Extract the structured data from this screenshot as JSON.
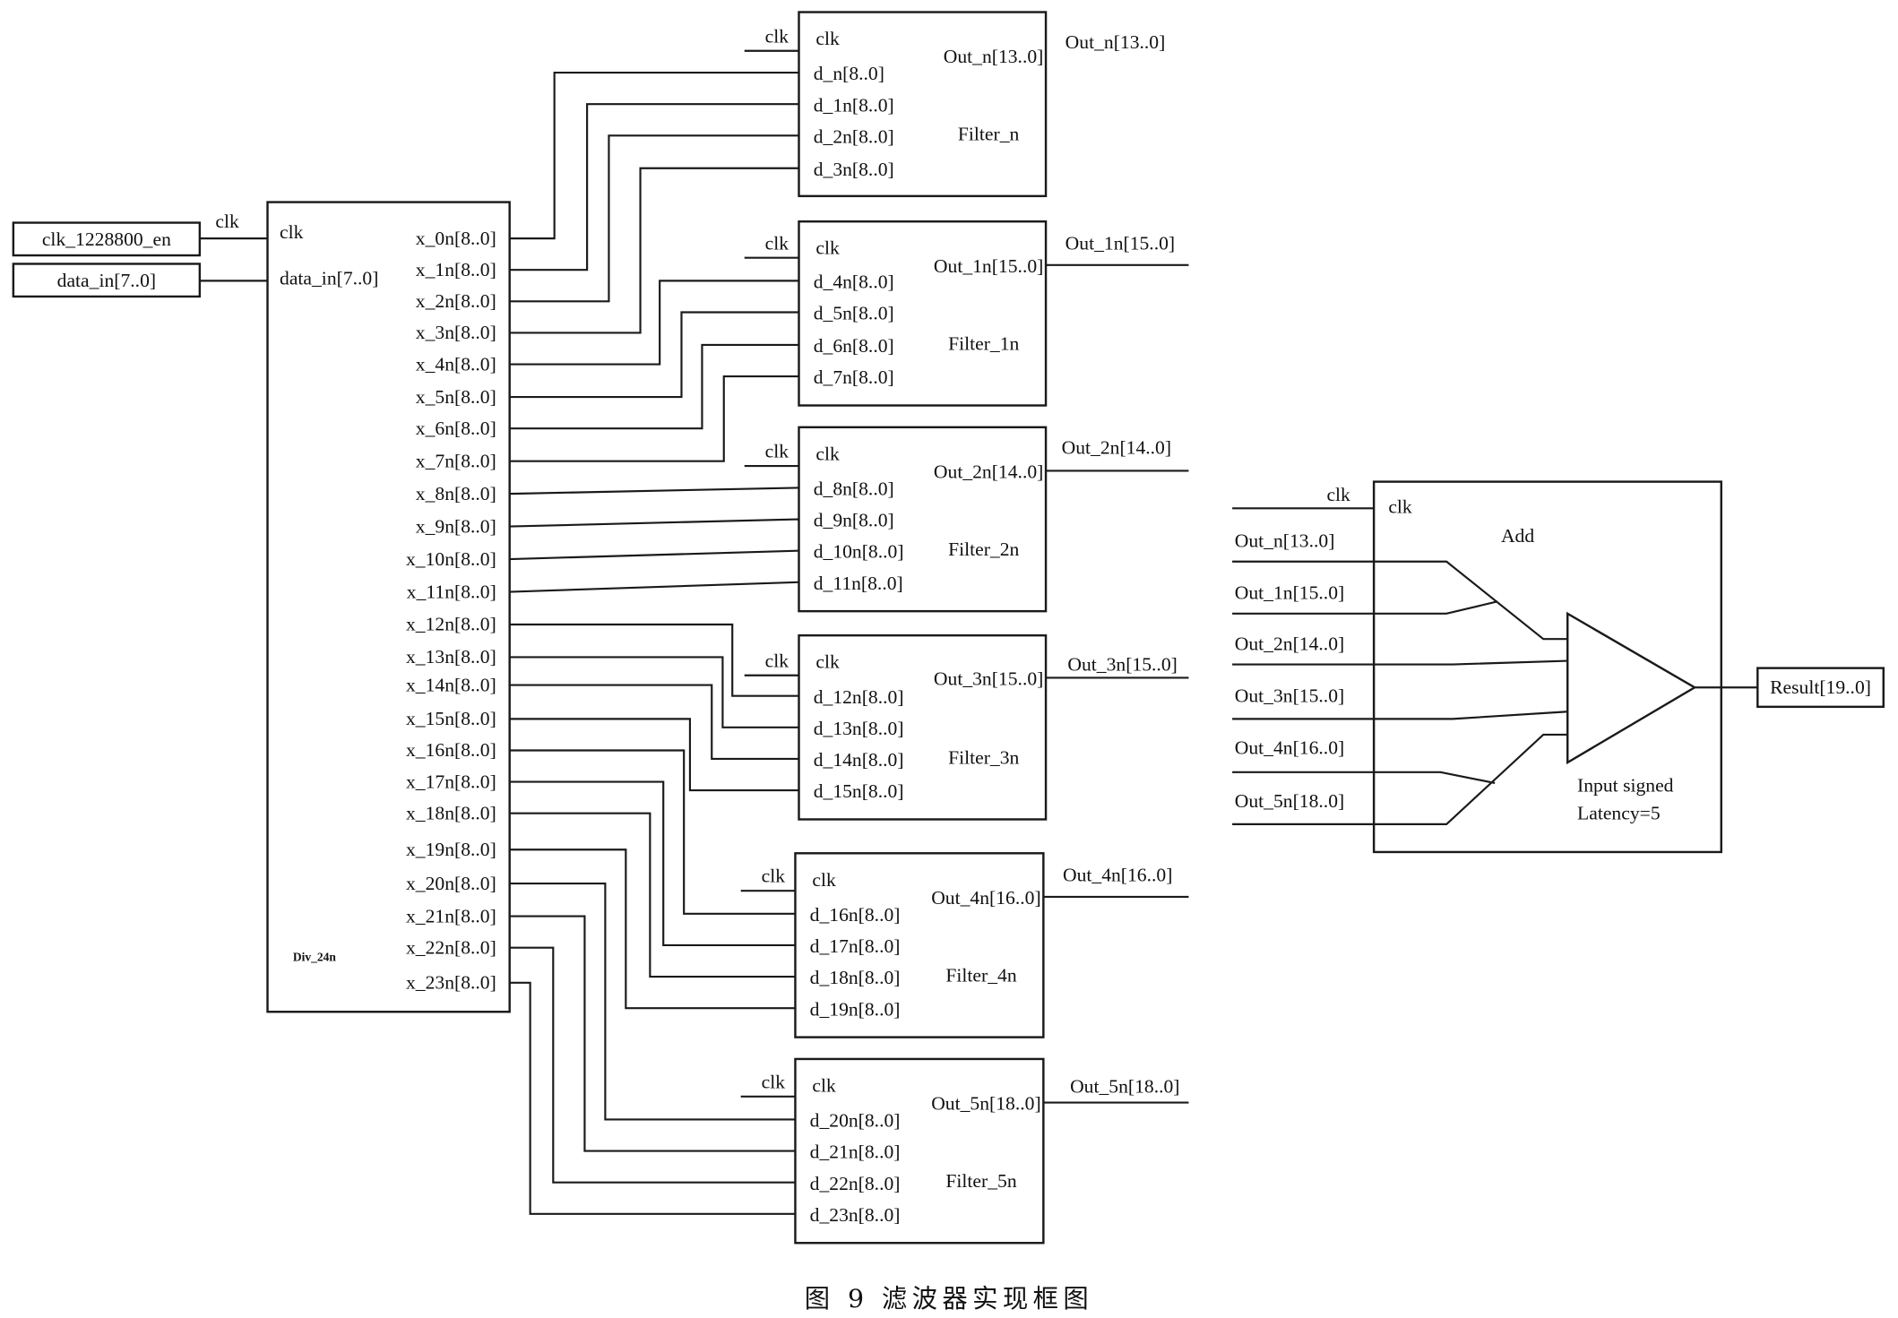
{
  "caption": "图 9   滤波器实现框图",
  "inputs": {
    "clk_source": "clk_1228800_en",
    "data_source": "data_in[7..0]",
    "clk_wire_label": "clk"
  },
  "divider": {
    "name": "Div_24n",
    "clk_port": "clk",
    "data_port": "data_in[7..0]",
    "outputs": [
      "x_0n[8..0]",
      "x_1n[8..0]",
      "x_2n[8..0]",
      "x_3n[8..0]",
      "x_4n[8..0]",
      "x_5n[8..0]",
      "x_6n[8..0]",
      "x_7n[8..0]",
      "x_8n[8..0]",
      "x_9n[8..0]",
      "x_10n[8..0]",
      "x_11n[8..0]",
      "x_12n[8..0]",
      "x_13n[8..0]",
      "x_14n[8..0]",
      "x_15n[8..0]",
      "x_16n[8..0]",
      "x_17n[8..0]",
      "x_18n[8..0]",
      "x_19n[8..0]",
      "x_20n[8..0]",
      "x_21n[8..0]",
      "x_22n[8..0]",
      "x_23n[8..0]"
    ]
  },
  "filters": [
    {
      "name": "Filter_n",
      "clk_label": "clk",
      "clk_port": "clk",
      "inputs": [
        "d_n[8..0]",
        "d_1n[8..0]",
        "d_2n[8..0]",
        "d_3n[8..0]"
      ],
      "out_port": "Out_n[13..0]",
      "out_net": "Out_n[13..0]"
    },
    {
      "name": "Filter_1n",
      "clk_label": "clk",
      "clk_port": "clk",
      "inputs": [
        "d_4n[8..0]",
        "d_5n[8..0]",
        "d_6n[8..0]",
        "d_7n[8..0]"
      ],
      "out_port": "Out_1n[15..0]",
      "out_net": "Out_1n[15..0]"
    },
    {
      "name": "Filter_2n",
      "clk_label": "clk",
      "clk_port": "clk",
      "inputs": [
        "d_8n[8..0]",
        "d_9n[8..0]",
        "d_10n[8..0]",
        "d_11n[8..0]"
      ],
      "out_port": "Out_2n[14..0]",
      "out_net": "Out_2n[14..0]"
    },
    {
      "name": "Filter_3n",
      "clk_label": "clk",
      "clk_port": "clk",
      "inputs": [
        "d_12n[8..0]",
        "d_13n[8..0]",
        "d_14n[8..0]",
        "d_15n[8..0]"
      ],
      "out_port": "Out_3n[15..0]",
      "out_net": "Out_3n[15..0]"
    },
    {
      "name": "Filter_4n",
      "clk_label": "clk",
      "clk_port": "clk",
      "inputs": [
        "d_16n[8..0]",
        "d_17n[8..0]",
        "d_18n[8..0]",
        "d_19n[8..0]"
      ],
      "out_port": "Out_4n[16..0]",
      "out_net": "Out_4n[16..0]"
    },
    {
      "name": "Filter_5n",
      "clk_label": "clk",
      "clk_port": "clk",
      "inputs": [
        "d_20n[8..0]",
        "d_21n[8..0]",
        "d_22n[8..0]",
        "d_23n[8..0]"
      ],
      "out_port": "Out_5n[18..0]",
      "out_net": "Out_5n[18..0]"
    }
  ],
  "adder": {
    "name": "Add",
    "clk_label": "clk",
    "clk_port": "clk",
    "inputs": [
      "Out_n[13..0]",
      "Out_1n[15..0]",
      "Out_2n[14..0]",
      "Out_3n[15..0]",
      "Out_4n[16..0]",
      "Out_5n[18..0]"
    ],
    "note_line1": "Input signed",
    "note_line2": "Latency=5",
    "output": "Result[19..0]"
  }
}
